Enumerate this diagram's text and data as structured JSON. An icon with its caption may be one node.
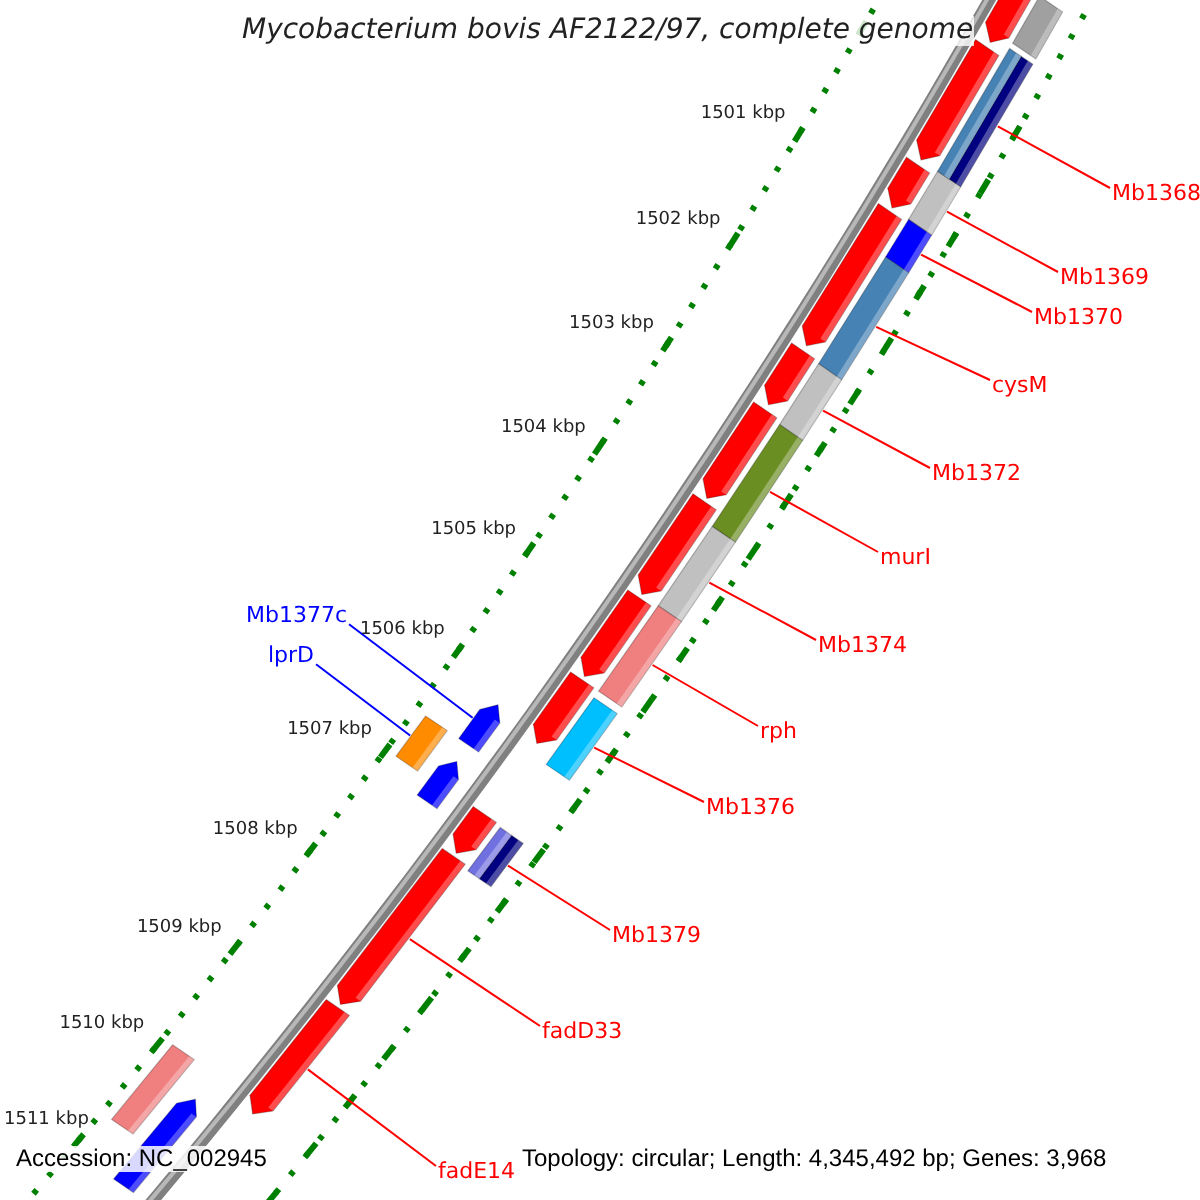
{
  "diagram": {
    "title": "Mycobacterium bovis AF2122/97, complete genome",
    "nodes": [
      {
        "text": [
          "Mb1368"
        ]
      },
      {
        "text": [],
        "shape": "bar"
      },
      {
        "text": [
          "Mb1369"
        ]
      },
      {
        "text": [],
        "shape": "bar"
      },
      {
        "text": [
          "Mb1370"
        ]
      },
      {
        "text": [],
        "shape": "bar"
      },
      {
        "text": [
          "cysM"
        ]
      },
      {
        "text": [],
        "shape": "bar"
      },
      {
        "text": [
          "Mb1372"
        ]
      },
      {
        "text": [],
        "shape": "bar"
      },
      {
        "text": [
          "murI"
        ]
      },
      {
        "text": [],
        "shape": "bar"
      },
      {
        "text": [
          "Mb1374"
        ]
      },
      {
        "text": [],
        "shape": "bar"
      },
      {
        "text": [
          "Mb1377c"
        ]
      },
      {
        "text": [],
        "shape": "arrow"
      },
      {
        "text": [
          "lprD"
        ]
      },
      {
        "text": [],
        "shape": "bar"
      },
      {
        "text": [
          "rph"
        ]
      },
      {
        "text": [],
        "shape": "bar"
      },
      {
        "text": [
          "Mb1376"
        ]
      },
      {
        "text": [],
        "shape": "bar"
      },
      {
        "text": [
          "Mb1379"
        ]
      },
      {
        "text": [],
        "shape": "bar"
      },
      {
        "text": [
          "fadD33"
        ]
      },
      {
        "text": [],
        "shape": "arrow"
      },
      {
        "text": [
          "fadE14"
        ]
      },
      {
        "text": [],
        "shape": "arrow"
      },
      {
        "text": [],
        "shape": "arrow"
      },
      {
        "text": [],
        "shape": "arrow"
      },
      {
        "text": [],
        "shape": "arrow"
      },
      {
        "text": [],
        "shape": "arrow"
      },
      {
        "text": [],
        "shape": "arrow"
      },
      {
        "text": [],
        "shape": "arrow"
      },
      {
        "text": [],
        "shape": "arrow"
      },
      {
        "text": [],
        "shape": "arrow"
      },
      {
        "text": [],
        "shape": "arrow"
      },
      {
        "text": [],
        "shape": "arrow"
      },
      {
        "text": [],
        "shape": "bar"
      },
      {
        "text": [],
        "shape": "bar"
      },
      {
        "text": [],
        "shape": "bar"
      },
      {
        "text": [],
        "shape": "arrow"
      },
      {
        "text": [],
        "shape": "bar"
      },
      {
        "text": [],
        "shape": "arrow"
      }
    ],
    "edges": [
      {
        "from": 0,
        "to": 1,
        "arrow": "none"
      },
      {
        "from": 2,
        "to": 3,
        "arrow": "none"
      },
      {
        "from": 4,
        "to": 5,
        "arrow": "none"
      },
      {
        "from": 6,
        "to": 7,
        "arrow": "none"
      },
      {
        "from": 8,
        "to": 9,
        "arrow": "none"
      },
      {
        "from": 10,
        "to": 11,
        "arrow": "none"
      },
      {
        "from": 12,
        "to": 13,
        "arrow": "none"
      },
      {
        "from": 14,
        "to": 15,
        "arrow": "none",
        "color": "#0000ff"
      },
      {
        "from": 16,
        "to": 17,
        "arrow": "none",
        "color": "#0000ff"
      },
      {
        "from": 18,
        "to": 19,
        "arrow": "none"
      },
      {
        "from": 20,
        "to": 21,
        "arrow": "none"
      },
      {
        "from": 22,
        "to": 23,
        "arrow": "none"
      },
      {
        "from": 24,
        "to": 25,
        "arrow": "none"
      },
      {
        "from": 26,
        "to": 27,
        "arrow": "none"
      }
    ],
    "labels": [
      "1501 kbp",
      "1502 kbp",
      "1503 kbp",
      "1504 kbp",
      "1505 kbp",
      "1506 kbp",
      "1507 kbp",
      "1508 kbp",
      "1509 kbp",
      "1510 kbp",
      "1511 kbp",
      "Accession: NC_002945",
      "Topology: circular; Length: 4,345,492 bp; Genes: 3,968"
    ]
  }
}
